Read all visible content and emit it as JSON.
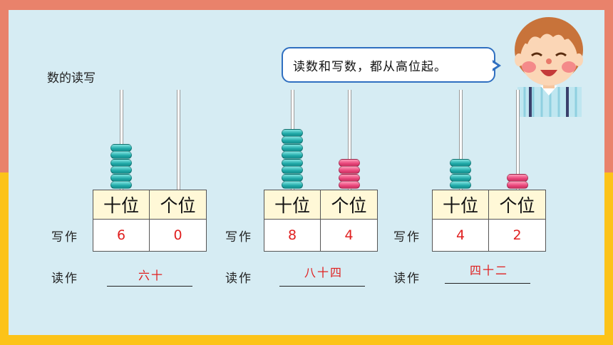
{
  "colors": {
    "top_band": "#e9826b",
    "bottom_band": "#fcc319",
    "panel": "#d6ecf3",
    "accent_red": "#e02020"
  },
  "title": "数的读写",
  "speech": "读数和写数，都从高位起。",
  "labels": {
    "write": "写作",
    "read": "读作"
  },
  "columns_headers": {
    "tens": "十位",
    "ones": "个位"
  },
  "examples": [
    {
      "tens_beads": 6,
      "ones_beads": 0,
      "tens": "6",
      "ones": "0",
      "reading": "六十"
    },
    {
      "tens_beads": 8,
      "ones_beads": 4,
      "tens": "8",
      "ones": "4",
      "reading": "八十四"
    },
    {
      "tens_beads": 4,
      "ones_beads": 2,
      "tens": "4",
      "ones": "2",
      "reading": "四十二"
    }
  ]
}
